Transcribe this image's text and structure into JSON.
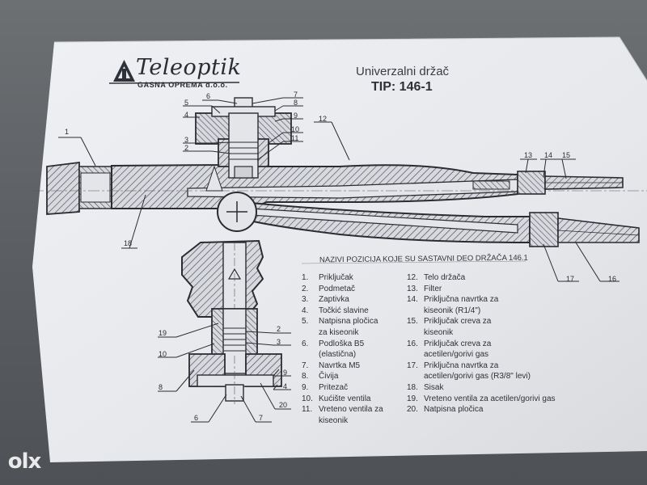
{
  "header": {
    "brand_name": "Teleoptik",
    "brand_subtitle": "GASNA OPREMA d.o.o.",
    "title_line1": "Univerzalni držač",
    "title_line2": "TIP: 146-1"
  },
  "legend": {
    "heading": "NAZIVI POZICIJA KOJE SU SASTAVNI DEO DRŽAČA 146.1",
    "left_column": [
      {
        "num": "1.",
        "lines": [
          "Priključak"
        ]
      },
      {
        "num": "2.",
        "lines": [
          "Podmetač"
        ]
      },
      {
        "num": "3.",
        "lines": [
          "Zaptivka"
        ]
      },
      {
        "num": "4.",
        "lines": [
          "Točkić slavine"
        ]
      },
      {
        "num": "5.",
        "lines": [
          "Natpisna pločica",
          "za kiseonik"
        ]
      },
      {
        "num": "6.",
        "lines": [
          "Podloška B5",
          "(elastična)"
        ]
      },
      {
        "num": "7.",
        "lines": [
          "Navrtka M5"
        ]
      },
      {
        "num": "8.",
        "lines": [
          "Čivija"
        ]
      },
      {
        "num": "9.",
        "lines": [
          "Pritezač"
        ]
      },
      {
        "num": "10.",
        "lines": [
          "Kućište ventila"
        ]
      },
      {
        "num": "11.",
        "lines": [
          "Vreteno ventila za",
          "kiseonik"
        ]
      }
    ],
    "right_column": [
      {
        "num": "12.",
        "lines": [
          "Telo držača"
        ]
      },
      {
        "num": "13.",
        "lines": [
          "Filter"
        ]
      },
      {
        "num": "14.",
        "lines": [
          "Priključna navrtka  za",
          "kiseonik  (R1/4\")"
        ]
      },
      {
        "num": "15.",
        "lines": [
          "Priključak creva  za",
          "kiseonik"
        ]
      },
      {
        "num": "16.",
        "lines": [
          "Priključak creva za",
          "acetilen/gorivi gas"
        ]
      },
      {
        "num": "17.",
        "lines": [
          "Priključna navrtka za",
          "acetilen/gorivi gas (R3/8\" levi)"
        ]
      },
      {
        "num": "18.",
        "lines": [
          "Sisak"
        ]
      },
      {
        "num": "19.",
        "lines": [
          "Vreteno ventila za acetilen/gorivi gas"
        ]
      },
      {
        "num": "20.",
        "lines": [
          "Natpisna pločica"
        ]
      }
    ]
  },
  "callouts": {
    "c1": "1",
    "c2": "2",
    "c3": "3",
    "c4": "4",
    "c5": "5",
    "c6": "6",
    "c7": "7",
    "c8": "8",
    "c9": "9",
    "c10": "10",
    "c11": "11",
    "c12": "12",
    "c13": "13",
    "c14": "14",
    "c15": "15",
    "c16": "16",
    "c17": "17",
    "c18": "18",
    "d19": "19",
    "d10": "10",
    "d8": "8",
    "d6": "6",
    "d7": "7",
    "d20": "20",
    "d2": "2",
    "d3": "3",
    "d9": "9",
    "d4": "4"
  },
  "watermark": {
    "text": "olx"
  },
  "colors": {
    "paper": "#e8eaee",
    "ink": "#2b2d33",
    "background": "#5d6064"
  }
}
